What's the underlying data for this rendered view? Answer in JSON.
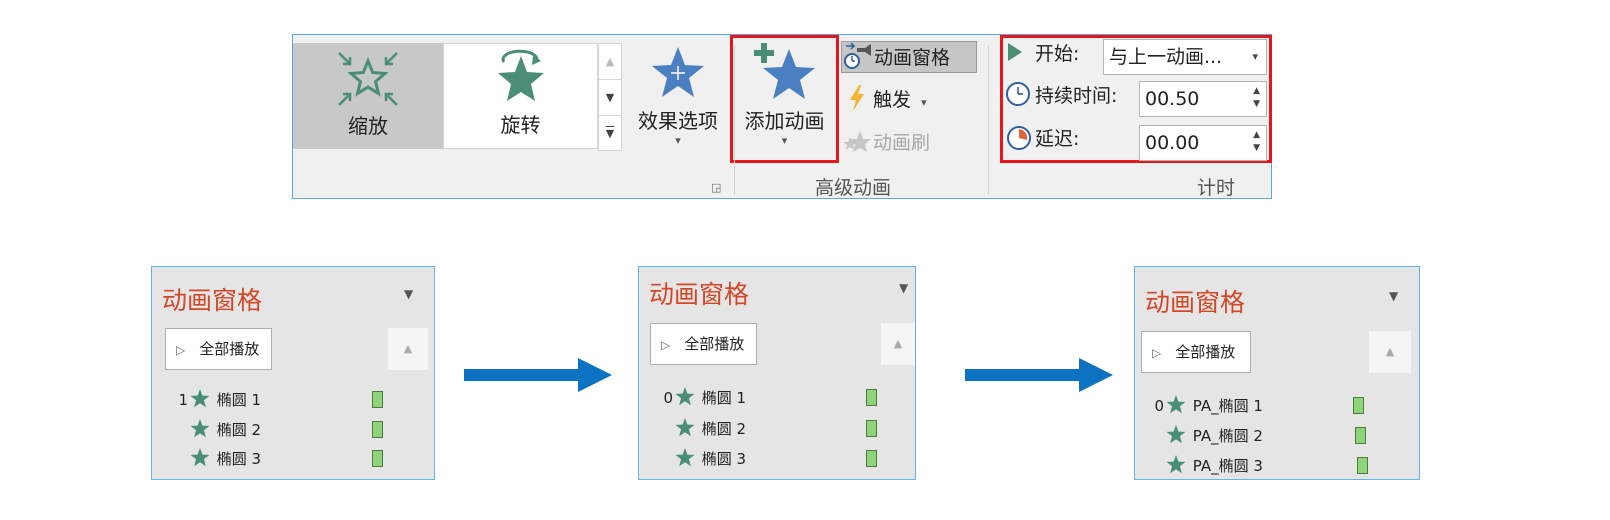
{
  "ribbon": {
    "gallery": {
      "zoom_label": "缩放",
      "rotate_label": "旋转",
      "scroll_up": "▲",
      "scroll_down": "▼",
      "scroll_more": "▼"
    },
    "effect_options_label": "效果选项",
    "add_animation_label": "添加动画",
    "animation_pane_label": "动画窗格",
    "trigger_label": "触发",
    "animation_painter_label": "动画刷",
    "advanced_group_label": "高级动画",
    "timing": {
      "start_label": "开始:",
      "start_value": "与上一动画...",
      "duration_label": "持续时间:",
      "duration_value": "00.50",
      "delay_label": "延迟:",
      "delay_value": "00.00"
    },
    "timing_group_label": "计时",
    "caret": "▾",
    "spin_up": "▲",
    "spin_down": "▼"
  },
  "panes": [
    {
      "title": "动画窗格",
      "play_all": "全部播放",
      "items": [
        {
          "num": "1",
          "name": "椭圆 1"
        },
        {
          "num": "",
          "name": "椭圆 2"
        },
        {
          "num": "",
          "name": "椭圆 3"
        }
      ]
    },
    {
      "title": "动画窗格",
      "play_all": "全部播放",
      "items": [
        {
          "num": "0",
          "name": "椭圆 1"
        },
        {
          "num": "",
          "name": "椭圆 2"
        },
        {
          "num": "",
          "name": "椭圆 3"
        }
      ]
    },
    {
      "title": "动画窗格",
      "play_all": "全部播放",
      "items": [
        {
          "num": "0",
          "name": "PA_椭圆 1"
        },
        {
          "num": "",
          "name": "PA_椭圆 2"
        },
        {
          "num": "",
          "name": "PA_椭圆 3"
        }
      ]
    }
  ],
  "colors": {
    "pane_title": "#d24726",
    "highlight_border": "#e8151b",
    "arrow": "#0e72c2",
    "star_green": "#4a8f74",
    "star_blue": "#4a7fc1",
    "bar_fill": "#8ed47a"
  },
  "icons": {
    "gallery_zoom": "zoom-star-icon",
    "gallery_rotate": "rotate-star-icon",
    "effect_options": "effect-options-star-icon",
    "add_animation": "add-animation-star-icon",
    "animation_pane": "animation-pane-icon",
    "trigger": "lightning-icon",
    "painter": "animation-painter-icon",
    "start": "play-triangle-icon",
    "duration": "clock-icon",
    "delay": "timer-icon"
  }
}
